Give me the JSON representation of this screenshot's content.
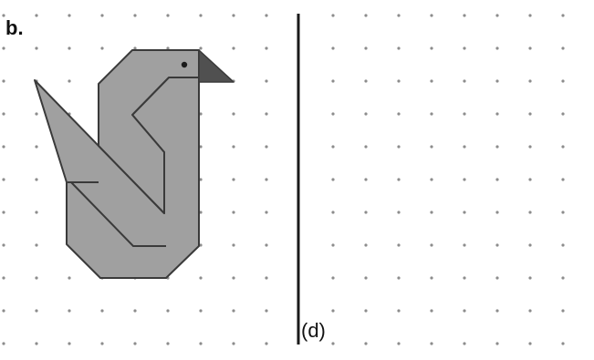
{
  "labels": {
    "part": "b.",
    "answer_area": "(d)"
  },
  "figure": {
    "shape": "swan",
    "colors": {
      "body": "#a0a0a0",
      "beak": "#505050",
      "outline": "#3a3a3a",
      "grid_dot": "#8c8c8c",
      "divider": "#1a1a1a"
    }
  }
}
